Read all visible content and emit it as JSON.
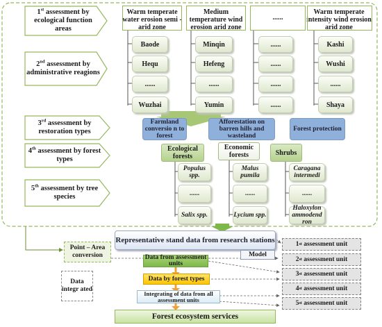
{
  "stages": [
    {
      "ord": "1",
      "suffix": "st",
      "text": "assessment by ecological function areas"
    },
    {
      "ord": "2",
      "suffix": "nd",
      "text": "assessment by administrative reagions"
    },
    {
      "ord": "3",
      "suffix": "rd",
      "text": "assessment by restoration types"
    },
    {
      "ord": "4",
      "suffix": "th",
      "text": "assessment by forest types"
    },
    {
      "ord": "5",
      "suffix": "th",
      "text": "assessment by tree species"
    }
  ],
  "zones": [
    {
      "title": "Warm temperate water erosion semi - arid zone",
      "regions": [
        "Baode",
        "Hequ",
        "......",
        "Wuzhai"
      ]
    },
    {
      "title": "Medium temperature wind erosion arid zone",
      "regions": [
        "Minqin",
        "Hefeng",
        "......",
        "Yumin"
      ]
    },
    {
      "title": "......",
      "regions": [
        "......",
        "......",
        "......",
        "......"
      ]
    },
    {
      "title": "Warm temperate intensity wind erosion arid zone",
      "regions": [
        "Kashi",
        "Wushi",
        "......",
        "Shaya"
      ]
    }
  ],
  "restoration_types": [
    "Farmland conversio n to forest",
    "Afforestation on barren hills and wasteland",
    "Forest protection"
  ],
  "forest_types": [
    {
      "name": "Ecological forests",
      "species": [
        "Populus spp.",
        "......",
        "Salix spp."
      ]
    },
    {
      "name": "Economic forests",
      "species": [
        "Malus pumila",
        "......",
        "Lycium spp."
      ]
    },
    {
      "name": "Shrubs",
      "species": [
        "Caragana intermedi",
        "......",
        "Haloxylon ammodend ron"
      ]
    }
  ],
  "bottom": {
    "representative": "Representative stand data from research stations",
    "point_area": "Point – Area conversion",
    "model": "Model",
    "data_from_units": "Data from assessment units",
    "data_integrated": "Data integr ated",
    "data_forest_types": "Data by forest types",
    "integrating": "Integrating of data from all assessment units",
    "services": "Forest ecosystem services"
  },
  "units": [
    {
      "ord": "1",
      "suffix": "st",
      "text": "assessment unit"
    },
    {
      "ord": "2",
      "suffix": "st",
      "text": "assessment unit"
    },
    {
      "ord": "3",
      "suffix": "st",
      "text": "assessment unit"
    },
    {
      "ord": "4",
      "suffix": "st",
      "text": "assessment unit"
    },
    {
      "ord": "5",
      "suffix": "st",
      "text": "assessment unit"
    }
  ],
  "colors": {
    "green_dash": "#93b85c",
    "blue_box": "#8fb0da",
    "orange_arrow": "#f0a13a",
    "yellow": "#ffd21e",
    "green_bar": "#7fb84a"
  }
}
